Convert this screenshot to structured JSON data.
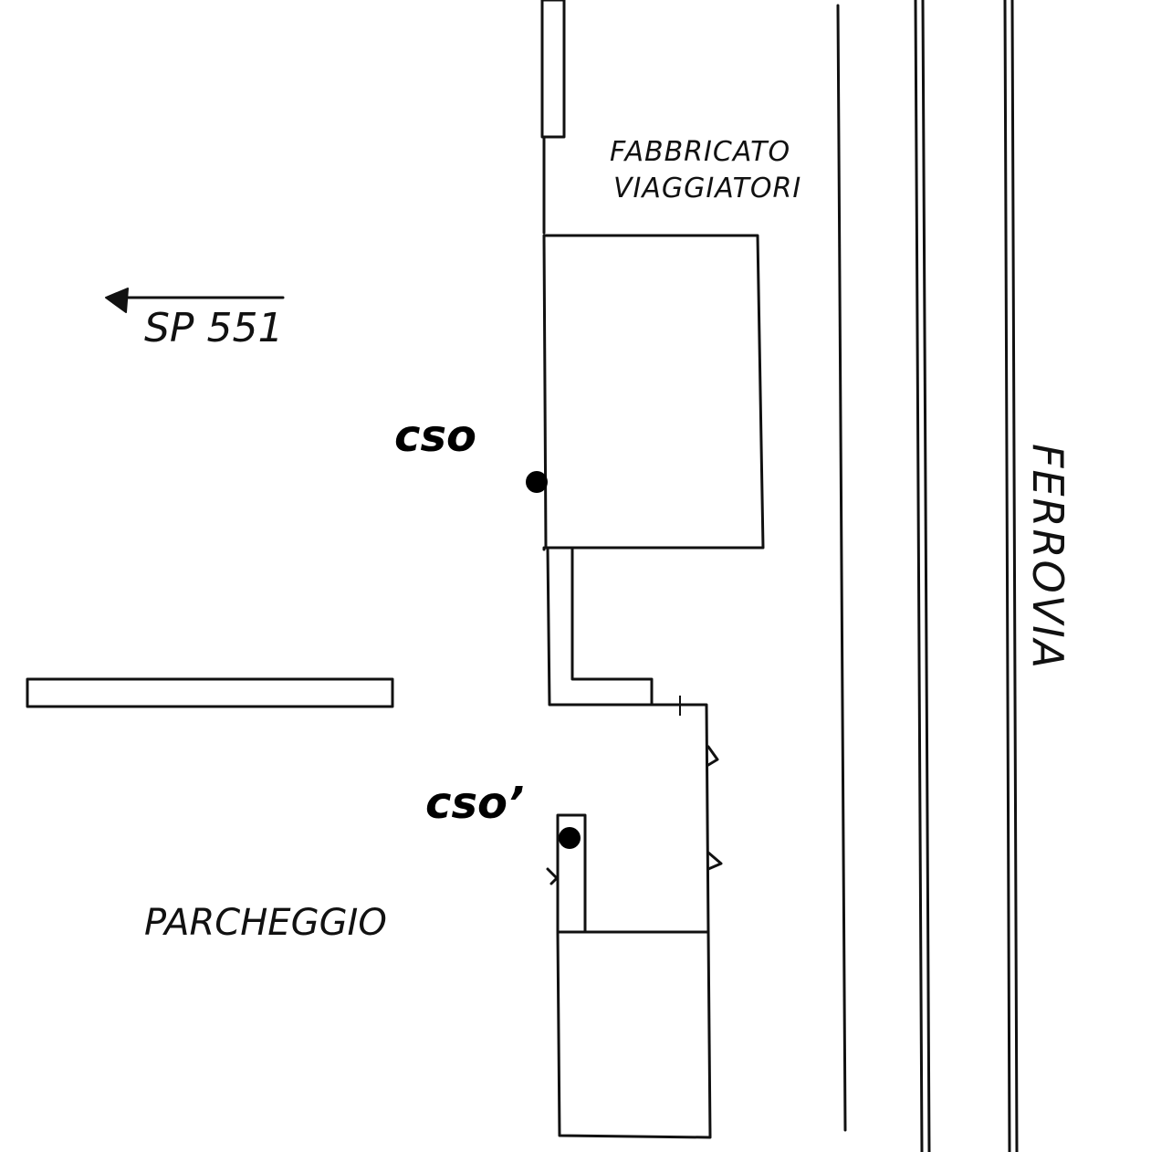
{
  "labels": {
    "building_line1": "FABBRICATO",
    "building_line2": "VIAGGIATORI",
    "road": "SP 551",
    "railway": "FERROVIA",
    "parking": "PARCHEGGIO"
  },
  "markers": [
    {
      "id": "cso",
      "label": "cso"
    },
    {
      "id": "cso-prime",
      "label": "cso’"
    }
  ],
  "colors": {
    "ink": "#111111",
    "paper": "#ffffff"
  }
}
